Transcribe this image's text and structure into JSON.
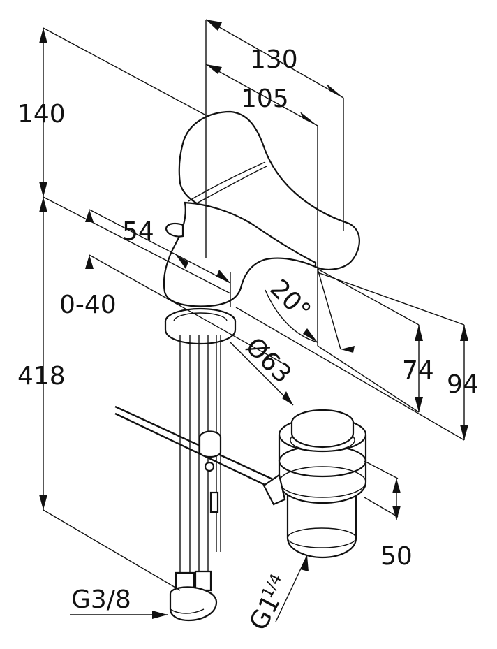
{
  "dimensions": {
    "d130": "130",
    "d105": "105",
    "d140": "140",
    "d54": "54",
    "d0_40": "0-40",
    "d418": "418",
    "d20deg": "20°",
    "d74": "74",
    "d94": "94",
    "d63": "Ø63",
    "d50": "50",
    "g38": "G3/8",
    "g114_main": "G1",
    "g114_frac": "1/4"
  },
  "colors": {
    "ink": "#111111",
    "background": "#ffffff"
  }
}
